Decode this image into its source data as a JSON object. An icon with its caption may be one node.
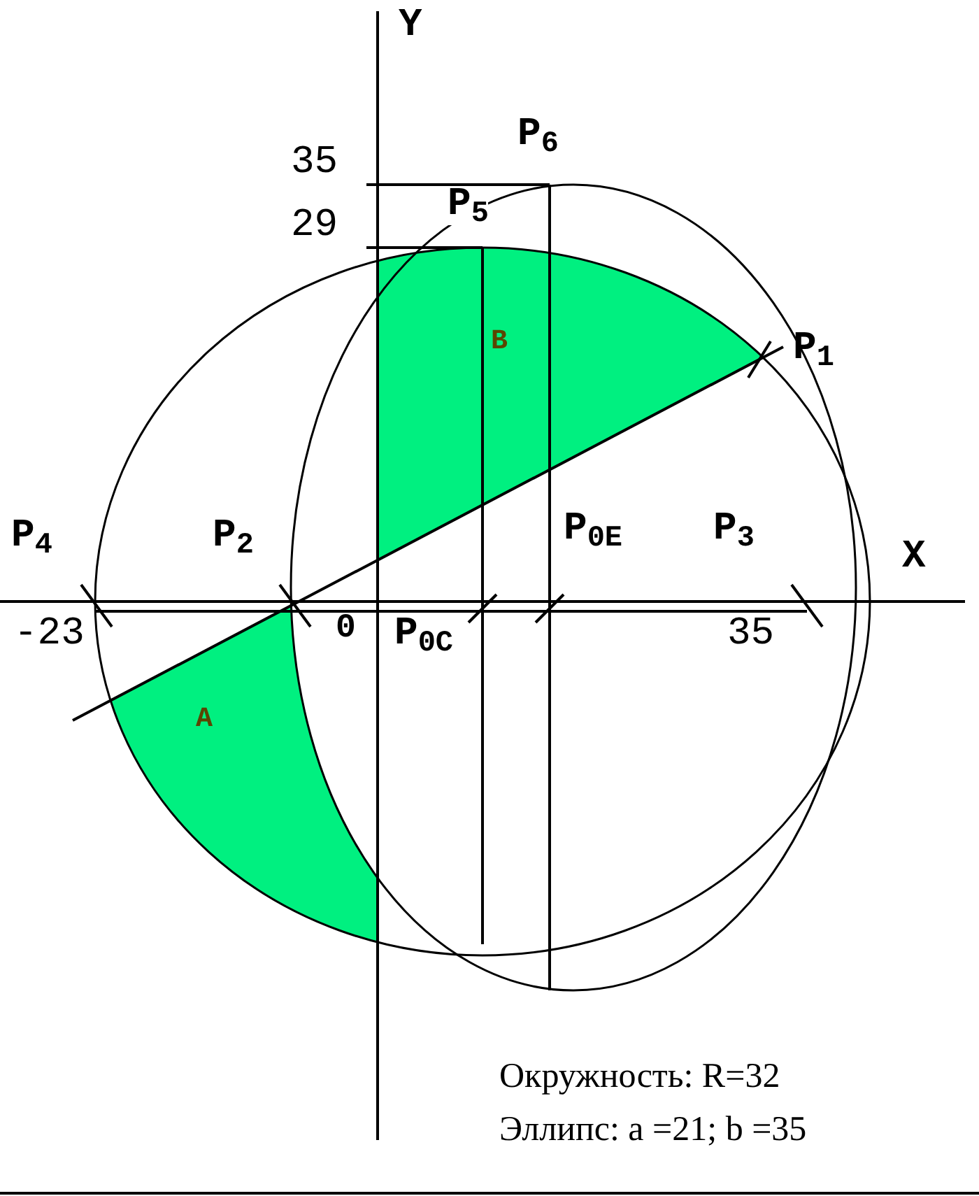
{
  "diagram": {
    "labels": [
      "Y",
      "35",
      "P$_{6}$",
      "29",
      "P$_{5}$",
      "B",
      "P$_{1}$",
      "P$_{4}$",
      "P$_{2}$",
      "P$_{0E}$",
      "P$_{3}$",
      "X",
      "-23",
      "0",
      "P$_{0C}$",
      "35",
      "A",
      "Окружность: R=32",
      "Эллипс: a =21; b =35"
    ]
  }
}
